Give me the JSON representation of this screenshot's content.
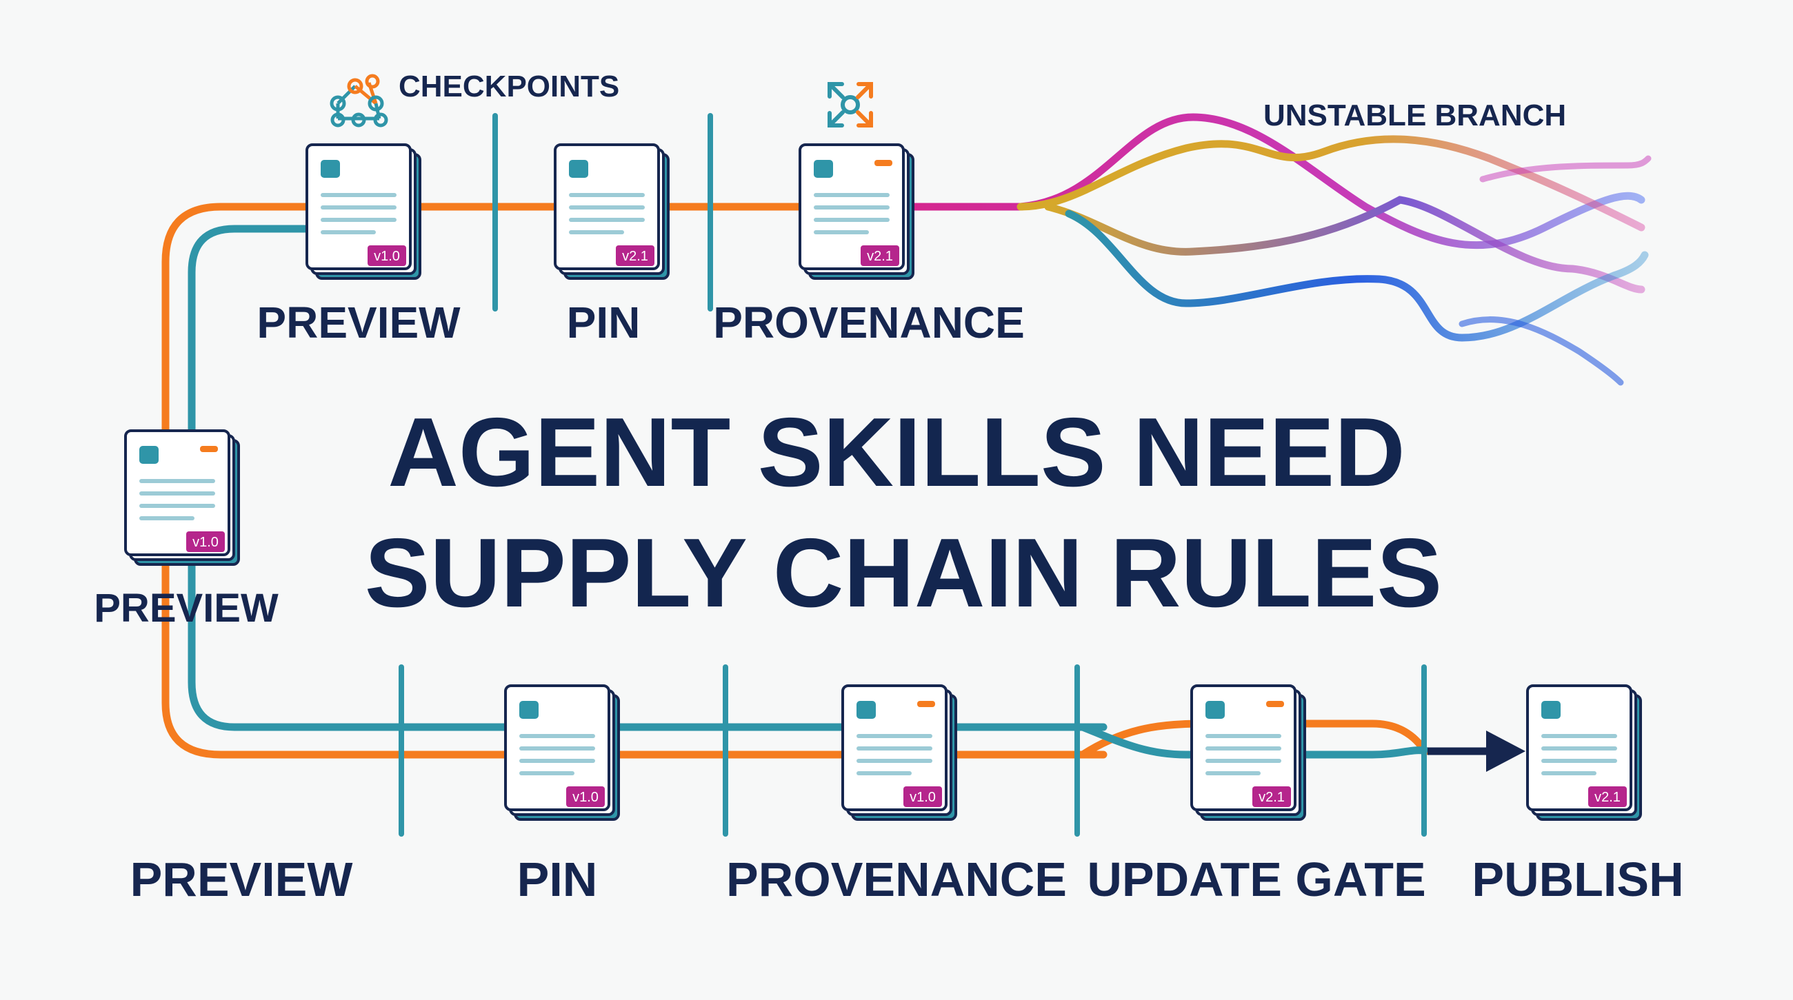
{
  "title": {
    "line1": "AGENT SKILLS NEED",
    "line2": "SUPPLY CHAIN RULES"
  },
  "top_row": {
    "checkpoints_label": "CHECKPOINTS",
    "checkpoints_icon": "network-nodes-icon",
    "provenance_icon": "expand-arrows-icon",
    "unstable_label": "UNSTABLE BRANCH",
    "labels": [
      "PREVIEW",
      "PIN",
      "PROVENANCE"
    ],
    "versions": [
      "v1.0",
      "v2.1",
      "v2.1"
    ]
  },
  "side": {
    "label": "PREVIEW",
    "version": "v1.0"
  },
  "bottom_row": {
    "labels": [
      "PREVIEW",
      "PIN",
      "PROVENANCE",
      "UPDATE GATE",
      "PUBLISH"
    ],
    "versions": [
      "v1.0",
      "v1.0",
      "v2.1",
      "v2.1"
    ]
  },
  "colors": {
    "navy": "#16264f",
    "orange": "#f57c1f",
    "teal": "#2f95a8",
    "magenta": "#d4268e",
    "gold": "#d6a92a",
    "blue": "#2b5fe0",
    "badge": "#b5258c"
  }
}
